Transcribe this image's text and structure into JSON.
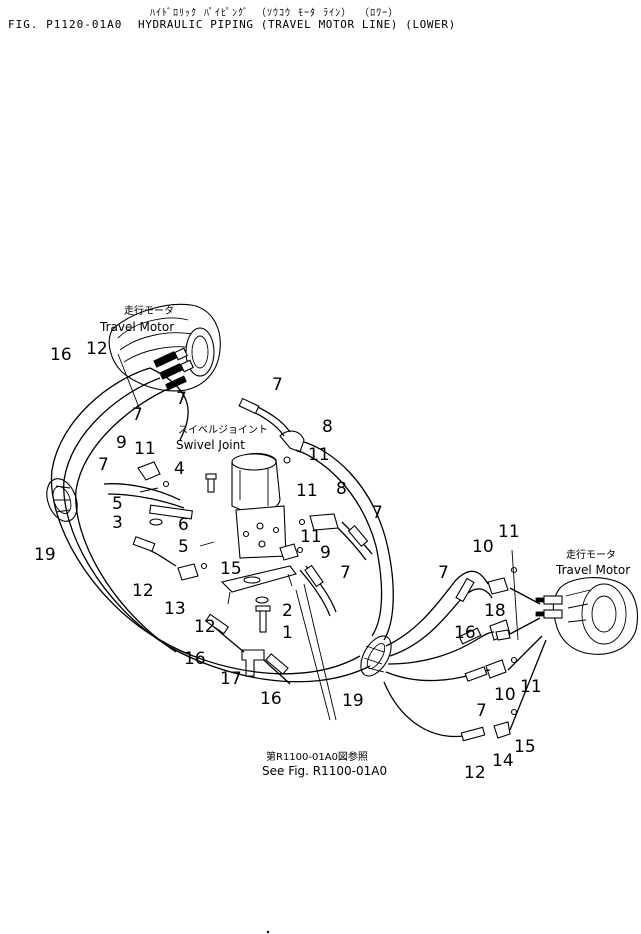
{
  "header": {
    "japanese_title": "ﾊｲﾄﾞﾛﾘｯｸ ﾊﾟｲﾋﾟﾝｸﾞ （ｿｳｺｳ ﾓｰﾀ ﾗｲﾝ） （ﾛﾜｰ）",
    "figure_number": "FIG. P1120-01A0",
    "title": "HYDRAULIC PIPING (TRAVEL MOTOR LINE) (LOWER)"
  },
  "labels": {
    "travel_motor_left_jp": "走行モータ",
    "travel_motor_left": "Travel Motor",
    "swivel_joint_jp": "スイベルジョイント",
    "swivel_joint": "Swivel Joint",
    "travel_motor_right_jp": "走行モータ",
    "travel_motor_right": "Travel Motor",
    "see_fig_jp": "第R1100-01A0図参照",
    "see_fig": "See Fig. R1100-01A0"
  },
  "callouts": [
    {
      "id": "c1",
      "text": "16"
    },
    {
      "id": "c2",
      "text": "12"
    },
    {
      "id": "c3",
      "text": "7"
    },
    {
      "id": "c4",
      "text": "7"
    },
    {
      "id": "c5",
      "text": "7"
    },
    {
      "id": "c6",
      "text": "8"
    },
    {
      "id": "c7",
      "text": "11"
    },
    {
      "id": "c8",
      "text": "9"
    },
    {
      "id": "c9",
      "text": "11"
    },
    {
      "id": "c10",
      "text": "7"
    },
    {
      "id": "c11",
      "text": "4"
    },
    {
      "id": "c12",
      "text": "5"
    },
    {
      "id": "c13",
      "text": "3"
    },
    {
      "id": "c14",
      "text": "6"
    },
    {
      "id": "c15",
      "text": "5"
    },
    {
      "id": "c16",
      "text": "19"
    },
    {
      "id": "c17",
      "text": "11"
    },
    {
      "id": "c18",
      "text": "8"
    },
    {
      "id": "c19",
      "text": "11"
    },
    {
      "id": "c20",
      "text": "7"
    },
    {
      "id": "c21",
      "text": "9"
    },
    {
      "id": "c22",
      "text": "15"
    },
    {
      "id": "c23",
      "text": "12"
    },
    {
      "id": "c24",
      "text": "13"
    },
    {
      "id": "c25",
      "text": "12"
    },
    {
      "id": "c26",
      "text": "2"
    },
    {
      "id": "c27",
      "text": "1"
    },
    {
      "id": "c28",
      "text": "7"
    },
    {
      "id": "c29",
      "text": "16"
    },
    {
      "id": "c30",
      "text": "17"
    },
    {
      "id": "c31",
      "text": "16"
    },
    {
      "id": "c32",
      "text": "19"
    },
    {
      "id": "c33",
      "text": "11"
    },
    {
      "id": "c34",
      "text": "10"
    },
    {
      "id": "c35",
      "text": "7"
    },
    {
      "id": "c36",
      "text": "18"
    },
    {
      "id": "c37",
      "text": "16"
    },
    {
      "id": "c38",
      "text": "10"
    },
    {
      "id": "c39",
      "text": "11"
    },
    {
      "id": "c40",
      "text": "7"
    },
    {
      "id": "c41",
      "text": "15"
    },
    {
      "id": "c42",
      "text": "12"
    },
    {
      "id": "c43",
      "text": "14"
    }
  ]
}
